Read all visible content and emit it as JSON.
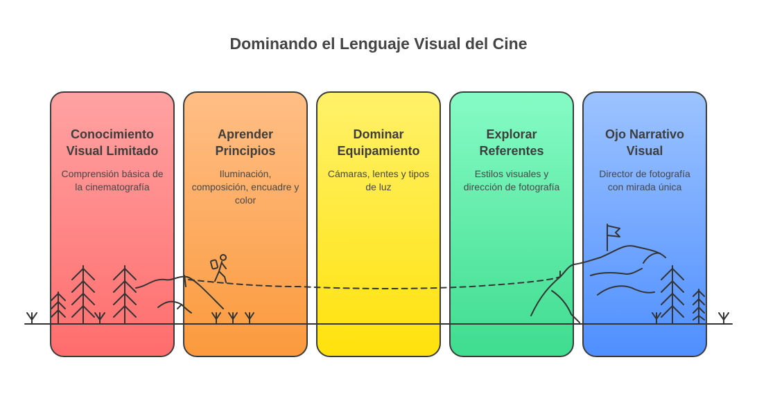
{
  "title": "Dominando el Lenguaje Visual del Cine",
  "stages": [
    {
      "title": "Conocimiento Visual Limitado",
      "description": "Comprensión básica de la cinematografía",
      "color": "#ff8a8a"
    },
    {
      "title": "Aprender Principios",
      "description": "Iluminación, composición, encuadre y color",
      "color": "#fdac63"
    },
    {
      "title": "Dominar Equipamiento",
      "description": "Cámaras, lentes y tipos de luz",
      "color": "#ffea3a"
    },
    {
      "title": "Explorar Referentes",
      "description": "Estilos visuales y dirección de fotografía",
      "color": "#62eaa9"
    },
    {
      "title": "Ojo Narrativo Visual",
      "description": "Director de fotografía con mirada única",
      "color": "#75a9ff"
    }
  ],
  "icons": [
    "pine-tree-icon",
    "hiker-icon",
    "mountain-icon",
    "summit-flag-icon",
    "grass-tuft-icon"
  ]
}
